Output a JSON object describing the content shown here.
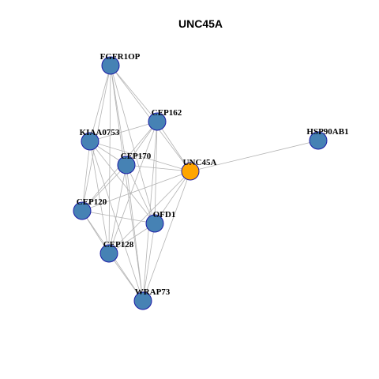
{
  "title": "UNC45A",
  "colors": {
    "default_node_fill": "#4682b4",
    "highlight_node_fill": "#ffa500",
    "node_stroke": "#1a1aa6",
    "edge": "#b3b3b3"
  },
  "nodes": [
    {
      "id": "FGFR1OP",
      "label": "FGFR1OP",
      "highlight": false
    },
    {
      "id": "CEP162",
      "label": "CEP162",
      "highlight": false
    },
    {
      "id": "KIAA0753",
      "label": "KIAA0753",
      "highlight": false
    },
    {
      "id": "CEP170",
      "label": "CEP170",
      "highlight": false
    },
    {
      "id": "UNC45A",
      "label": "UNC45A",
      "highlight": true
    },
    {
      "id": "HSP90AB1",
      "label": "HSP90AB1",
      "highlight": false
    },
    {
      "id": "CEP120",
      "label": "CEP120",
      "highlight": false
    },
    {
      "id": "OFD1",
      "label": "OFD1",
      "highlight": false
    },
    {
      "id": "CEP128",
      "label": "CEP128",
      "highlight": false
    },
    {
      "id": "WRAP73",
      "label": "WRAP73",
      "highlight": false
    }
  ],
  "edges": [
    [
      "FGFR1OP",
      "CEP162"
    ],
    [
      "FGFR1OP",
      "KIAA0753"
    ],
    [
      "FGFR1OP",
      "CEP170"
    ],
    [
      "FGFR1OP",
      "CEP120"
    ],
    [
      "FGFR1OP",
      "OFD1"
    ],
    [
      "FGFR1OP",
      "CEP128"
    ],
    [
      "FGFR1OP",
      "WRAP73"
    ],
    [
      "FGFR1OP",
      "UNC45A"
    ],
    [
      "CEP162",
      "KIAA0753"
    ],
    [
      "CEP162",
      "CEP170"
    ],
    [
      "CEP162",
      "CEP120"
    ],
    [
      "CEP162",
      "OFD1"
    ],
    [
      "CEP162",
      "CEP128"
    ],
    [
      "CEP162",
      "WRAP73"
    ],
    [
      "CEP162",
      "UNC45A"
    ],
    [
      "KIAA0753",
      "CEP170"
    ],
    [
      "KIAA0753",
      "CEP120"
    ],
    [
      "KIAA0753",
      "OFD1"
    ],
    [
      "KIAA0753",
      "CEP128"
    ],
    [
      "KIAA0753",
      "WRAP73"
    ],
    [
      "KIAA0753",
      "UNC45A"
    ],
    [
      "CEP170",
      "CEP120"
    ],
    [
      "CEP170",
      "OFD1"
    ],
    [
      "CEP170",
      "CEP128"
    ],
    [
      "CEP170",
      "WRAP73"
    ],
    [
      "CEP170",
      "UNC45A"
    ],
    [
      "UNC45A",
      "HSP90AB1"
    ],
    [
      "UNC45A",
      "CEP120"
    ],
    [
      "UNC45A",
      "OFD1"
    ],
    [
      "UNC45A",
      "CEP128"
    ],
    [
      "UNC45A",
      "WRAP73"
    ],
    [
      "CEP120",
      "OFD1"
    ],
    [
      "CEP120",
      "CEP128"
    ],
    [
      "CEP120",
      "WRAP73"
    ],
    [
      "OFD1",
      "CEP128"
    ],
    [
      "OFD1",
      "WRAP73"
    ],
    [
      "CEP128",
      "WRAP73"
    ]
  ]
}
